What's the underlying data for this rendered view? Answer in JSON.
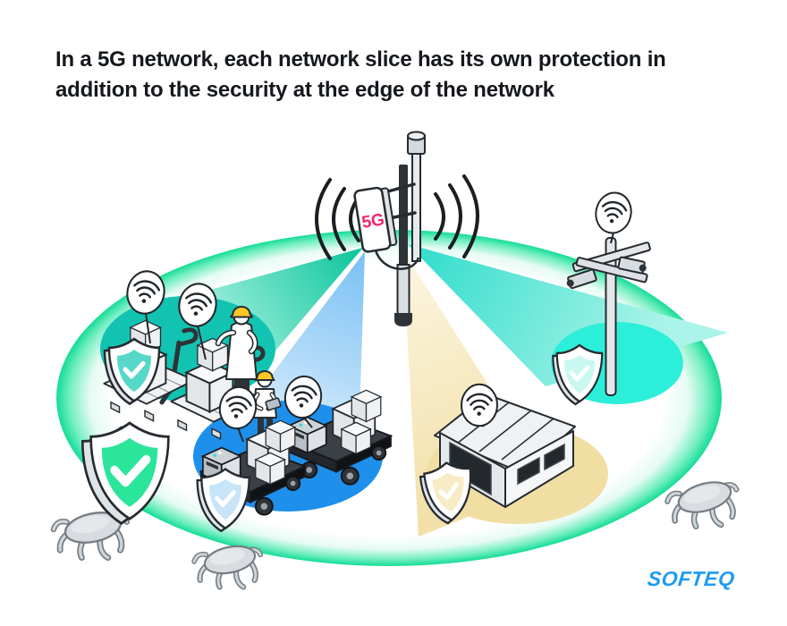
{
  "title": {
    "line1": "In a 5G network, each network slice has its own protection in",
    "line2": "addition to the security at the edge of the network",
    "color": "#15181C"
  },
  "tower": {
    "label": "5G",
    "label_color": "#F4256E"
  },
  "logo": {
    "text": "SOFTEQ",
    "color": "#1F9BF1"
  },
  "network": {
    "edge_ring_color": "#14DC96",
    "edge_shield_color": "#2BE59B",
    "shield_check_color": "#FFFFFF",
    "outline_color": "#21262B",
    "helmet_color": "#FFC726",
    "robot_gray": "#D8DCE0",
    "slices": [
      {
        "name": "pallet-trucks-slice",
        "fill": "#12C3B2",
        "beam_color": "#0AC49C",
        "shield_fill": "#56D8C9"
      },
      {
        "name": "agv-robots-slice",
        "fill": "#1E8FEA",
        "beam_color": "#79C0F4",
        "shield_fill": "#C7E4F8"
      },
      {
        "name": "warehouse-building-slice",
        "fill": "#F1DEA3",
        "beam_color": "#F2E0A8",
        "shield_fill": "#F8ECC6"
      },
      {
        "name": "cctv-pole-slice",
        "fill": "#2BEFD9",
        "beam_color": "#2EDCCB",
        "shield_fill": "#C9F8F1"
      }
    ]
  }
}
